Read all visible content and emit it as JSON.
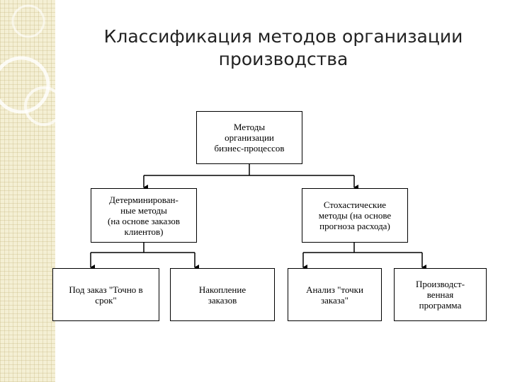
{
  "title": {
    "line1": "Классификация методов организации",
    "line2": "производства"
  },
  "diagram": {
    "root": "Методы\nорганизации\nбизнес-процессов",
    "left": "Детерминирован-\nные методы\n(на основе заказов\nклиентов)",
    "right": "Стохастические\nметоды (на основе\nпрогноза расхода)",
    "leaf1": "Под заказ \"Точно в\nсрок\"",
    "leaf2": "Накопление\nзаказов",
    "leaf3": "Анализ \"точки\nзаказа\"",
    "leaf4": "Производст-\nвенная\nпрограмма"
  }
}
